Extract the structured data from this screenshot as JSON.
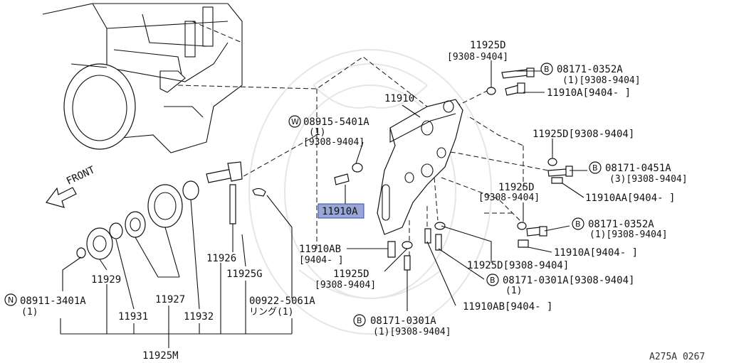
{
  "labels": {
    "front": "FRONT",
    "p11925D_top": "11925D",
    "p11925D_top_range": "[9308-9404]",
    "b08171_0352A_top": "08171-0352A",
    "b08171_0352A_top_qty": "(1)[9308-9404]",
    "p11910A_top": "11910A[9404-     ]",
    "p11910": "11910",
    "w08915_5401A": "08915-5401A",
    "w08915_5401A_qty": "(1)",
    "w08915_5401A_range": "[9308-9404]",
    "p11925D_right": "11925D[9308-9404]",
    "b08171_0451A": "08171-0451A",
    "b08171_0451A_qty": "(3)[9308-9404]",
    "p11910AA": "11910AA[9404-     ]",
    "p11925D_mid": "11925D",
    "p11925D_mid_range": "[9308-9404]",
    "highlight_11910A": "11910A",
    "b08171_0352A_mid": "08171-0352A",
    "b08171_0352A_mid_qty": "(1)[9308-9404]",
    "p11910A_mid": "11910A[9404-     ]",
    "p11910AB_left": "11910AB",
    "p11910AB_left_range": "[9404-     ]",
    "p11925D_low": "11925D",
    "p11925D_low_range": "[9308-9404]",
    "p11925D_low_right": "11925D[9308-9404]",
    "b08171_0301A_right": "08171-0301A[9308-9404]",
    "b08171_0301A_right_qty": "(1)",
    "p11910AB_low": "11910AB[9404-     ]",
    "b08171_0301A_bottom": "08171-0301A",
    "b08171_0301A_bottom_qty": "(1)[9308-9404]",
    "p11926": "11926",
    "p11925G": "11925G",
    "p11929": "11929",
    "p11927": "11927",
    "n08911_3401A": "08911-3401A",
    "n08911_3401A_qty": "(1)",
    "p11931": "11931",
    "p11932": "11932",
    "p00922_5061A": "00922-5061A",
    "p00922_5061A_note": "リング(1)",
    "p11925M": "11925M",
    "ref_code": "A275A 0267",
    "circle_B": "B",
    "circle_W": "W",
    "circle_N": "N"
  },
  "colors": {
    "highlight_fill": "#9aa6d6",
    "line": "#111111"
  }
}
